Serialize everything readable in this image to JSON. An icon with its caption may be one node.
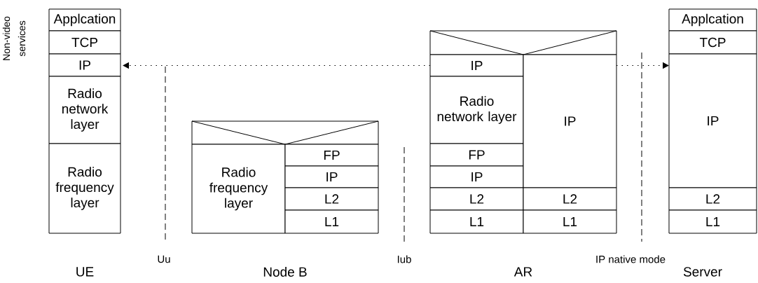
{
  "diagram": {
    "nodes": [
      {
        "text": [
          "Applcation"
        ]
      },
      {
        "text": [
          "TCP"
        ]
      },
      {
        "text": [
          "IP"
        ]
      },
      {
        "text": [
          "Radio network layer"
        ]
      },
      {
        "text": [
          "Radio frequency layer"
        ]
      },
      {
        "text": [],
        "shape": "box"
      },
      {
        "text": [
          "Radio frequency layer"
        ]
      },
      {
        "text": [
          "FP"
        ]
      },
      {
        "text": [
          "IP"
        ]
      },
      {
        "text": [
          "L2"
        ]
      },
      {
        "text": [
          "L1"
        ]
      },
      {
        "text": [],
        "shape": "box"
      },
      {
        "text": [
          "IP"
        ]
      },
      {
        "text": [
          "Radio network layer"
        ]
      },
      {
        "text": [
          "FP"
        ]
      },
      {
        "text": [
          "IP"
        ]
      },
      {
        "text": [
          "L2"
        ]
      },
      {
        "text": [
          "L1"
        ]
      },
      {
        "text": [
          "IP"
        ]
      },
      {
        "text": [
          "L2"
        ]
      },
      {
        "text": [
          "L1"
        ]
      },
      {
        "text": [
          "Applcation"
        ]
      },
      {
        "text": [
          "TCP"
        ]
      },
      {
        "text": [
          "IP"
        ]
      },
      {
        "text": [
          "L2"
        ]
      },
      {
        "text": [
          "L1"
        ]
      }
    ],
    "edges": [
      {
        "from": 12,
        "to": 2,
        "arrow": "to",
        "style": "dashed"
      },
      {
        "from": 18,
        "to": 23,
        "arrow": "to",
        "style": "dashed"
      }
    ],
    "labels": [
      "Non-video services",
      "Uu",
      "Iub",
      "IP native mode",
      "UE",
      "Node B",
      "AR",
      "Server"
    ]
  }
}
